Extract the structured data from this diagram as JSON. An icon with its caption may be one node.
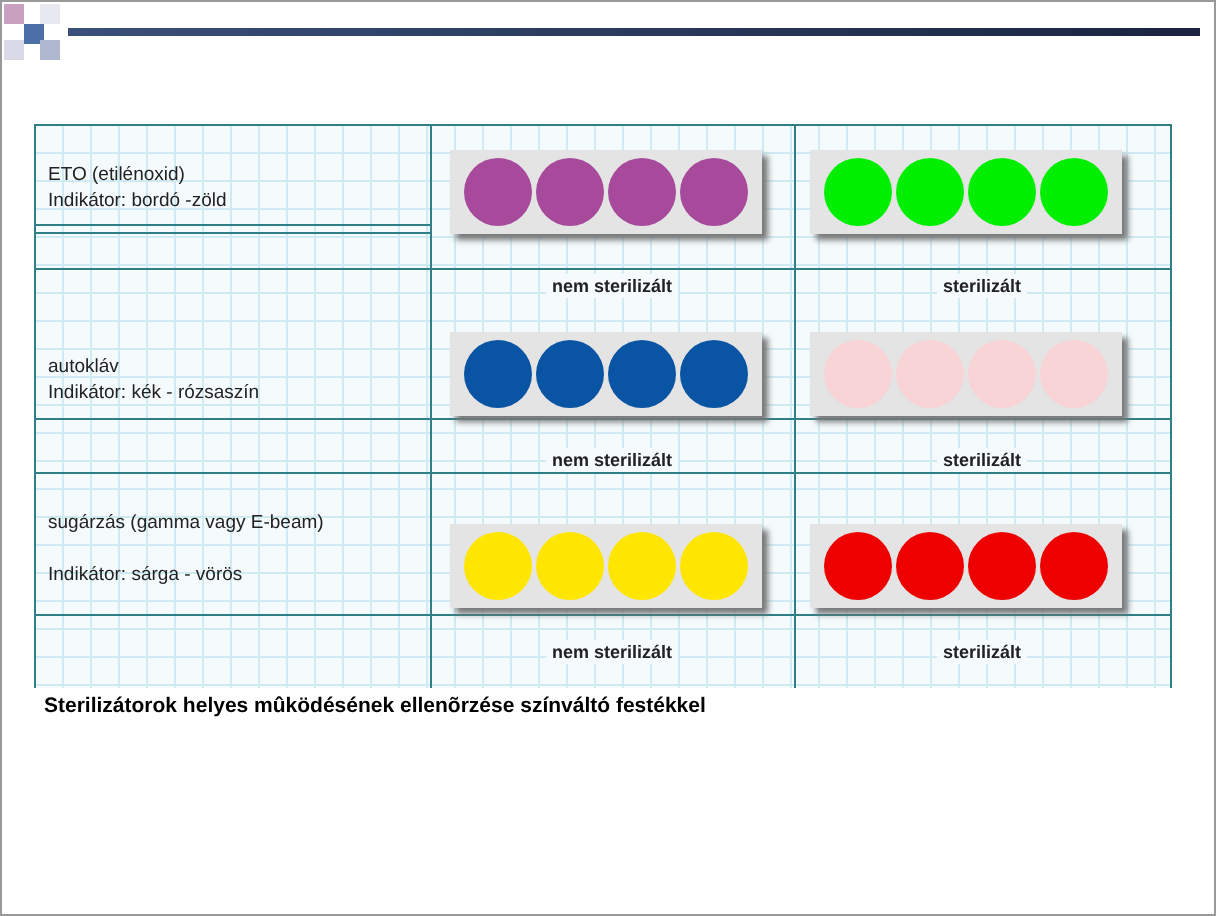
{
  "diagram": {
    "caption": "Sterilizátorok helyes mûködésének ellenõrzése színváltó festékkel",
    "labels": [
      "ETO (etilénoxid)",
      "Indikátor: bordó -zöld",
      "nem sterilizált",
      "sterilizált",
      "autokláv",
      "Indikátor: kék - rózsaszín",
      "nem sterilizált",
      "sterilizált",
      "sugárzás (gamma vagy E-beam)",
      "Indikátor: sárga - vörös",
      "nem sterilizált",
      "sterilizált"
    ]
  }
}
